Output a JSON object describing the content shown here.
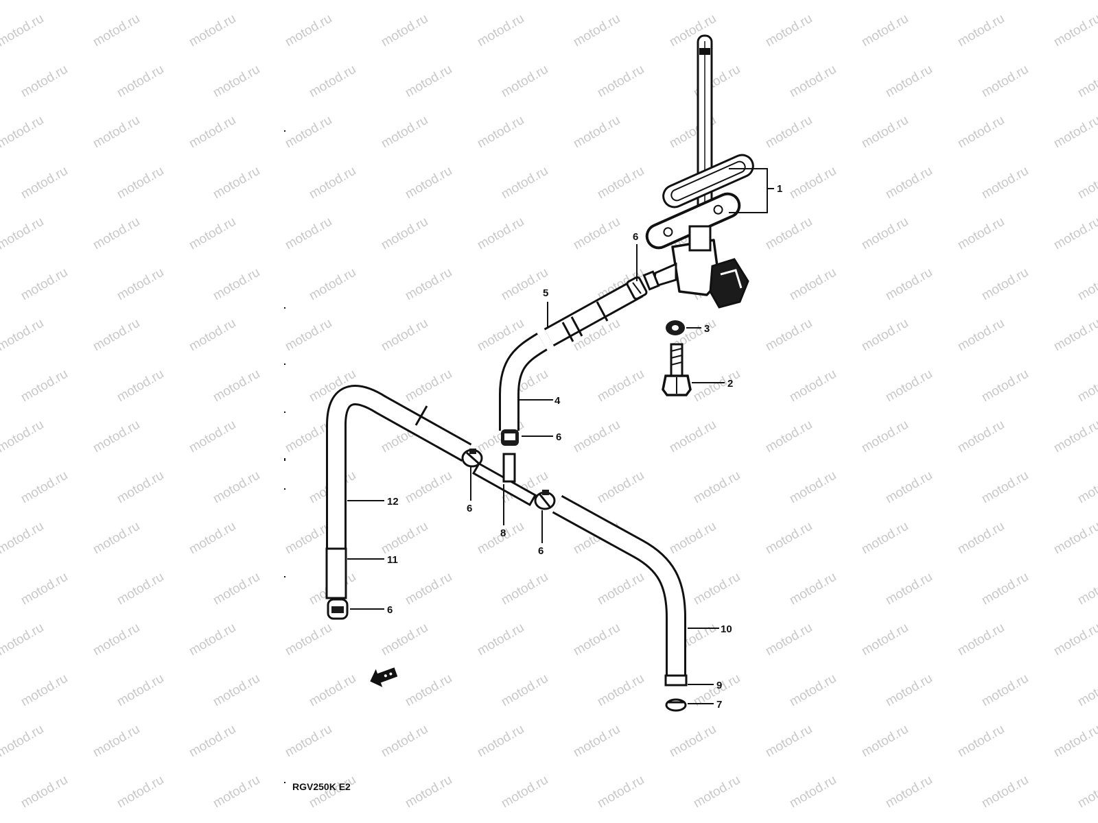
{
  "watermark": "motod.ru",
  "model_code": "RGV250K E2",
  "callouts": [
    {
      "id": "1",
      "label": "1"
    },
    {
      "id": "2",
      "label": "2"
    },
    {
      "id": "3",
      "label": "3"
    },
    {
      "id": "4",
      "label": "4"
    },
    {
      "id": "5",
      "label": "5"
    },
    {
      "id": "6a",
      "label": "6"
    },
    {
      "id": "6b",
      "label": "6"
    },
    {
      "id": "6c",
      "label": "6"
    },
    {
      "id": "6d",
      "label": "6"
    },
    {
      "id": "6e",
      "label": "6"
    },
    {
      "id": "7",
      "label": "7"
    },
    {
      "id": "8",
      "label": "8"
    },
    {
      "id": "9",
      "label": "9"
    },
    {
      "id": "10",
      "label": "10"
    },
    {
      "id": "11",
      "label": "11"
    },
    {
      "id": "12",
      "label": "12"
    }
  ],
  "direction_icon": "front-arrow-icon",
  "colors": {
    "ink": "#111111",
    "watermark": "#c8c8c8",
    "background": "#ffffff"
  }
}
